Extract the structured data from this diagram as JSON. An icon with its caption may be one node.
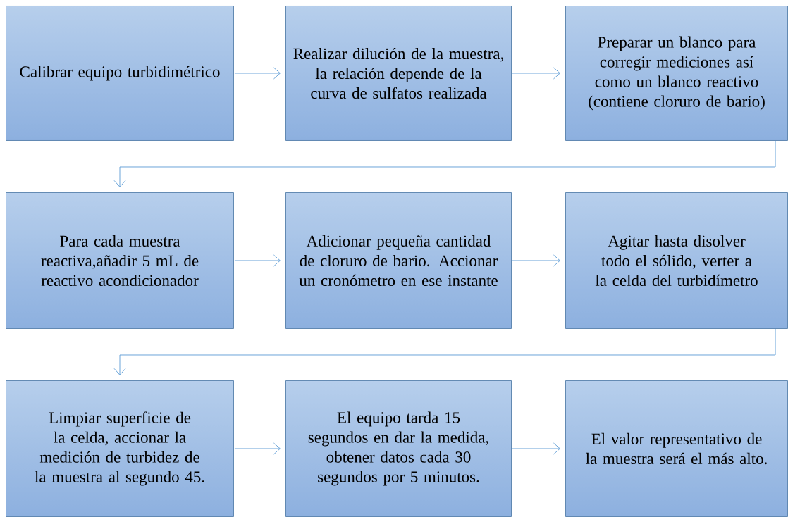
{
  "diagram": {
    "nodes": [
      {
        "text": [
          "Calibrar equipo turbidimétrico"
        ]
      },
      {
        "text": [
          "Realizar dilución de la muestra, la relación depende de la curva de sulfatos realizada"
        ]
      },
      {
        "text": [
          "Preparar un blanco para corregir mediciones así como un blanco reactivo (contiene cloruro de bario)"
        ]
      },
      {
        "text": [
          "Para cada muestra reactiva,añadir 5 mL de reactivo acondicionador"
        ]
      },
      {
        "text": [
          "Adicionar pequeña cantidad de cloruro de bario. Accionar un cronómetro en ese instante"
        ]
      },
      {
        "text": [
          "Agitar hasta disolver todo el sólido, verter a la celda del turbidímetro"
        ]
      },
      {
        "text": [
          "Limpiar superficie de la celda, accionar la medición de turbidez de la muestra al segundo 45."
        ]
      },
      {
        "text": [
          "El equipo tarda 15 segundos en dar la medida, obtener datos cada 30 segundos por 5 minutos."
        ]
      },
      {
        "text": [
          "El valor representativo de la muestra será el más alto."
        ]
      }
    ],
    "edges": [
      {
        "from": 0,
        "to": 1,
        "arrow": "to"
      },
      {
        "from": 1,
        "to": 2,
        "arrow": "to"
      },
      {
        "from": 2,
        "to": 3,
        "arrow": "to"
      },
      {
        "from": 3,
        "to": 4,
        "arrow": "to"
      },
      {
        "from": 4,
        "to": 5,
        "arrow": "to"
      },
      {
        "from": 5,
        "to": 6,
        "arrow": "to"
      },
      {
        "from": 6,
        "to": 7,
        "arrow": "to"
      },
      {
        "from": 7,
        "to": 8,
        "arrow": "to"
      }
    ]
  }
}
